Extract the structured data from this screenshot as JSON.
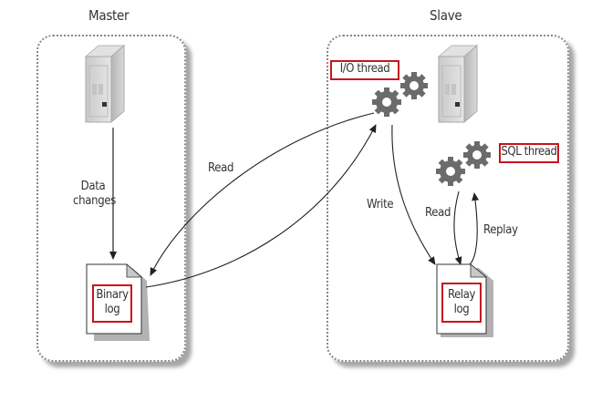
{
  "diagram": {
    "master": {
      "title": "Master",
      "data_changes_label": [
        "Data",
        "changes"
      ],
      "binary_log_label": [
        "Binary",
        "log"
      ]
    },
    "slave": {
      "title": "Slave",
      "io_thread_label": "I/O thread",
      "sql_thread_label": "SQL thread",
      "relay_log_label": [
        "Relay",
        "log"
      ],
      "write_label": "Write",
      "read_label": "Read",
      "replay_label": "Replay"
    },
    "read_label": "Read",
    "colors": {
      "highlight_border": "#c8141e",
      "gear": "#6b6b6b",
      "panel_border": "#888888"
    }
  }
}
